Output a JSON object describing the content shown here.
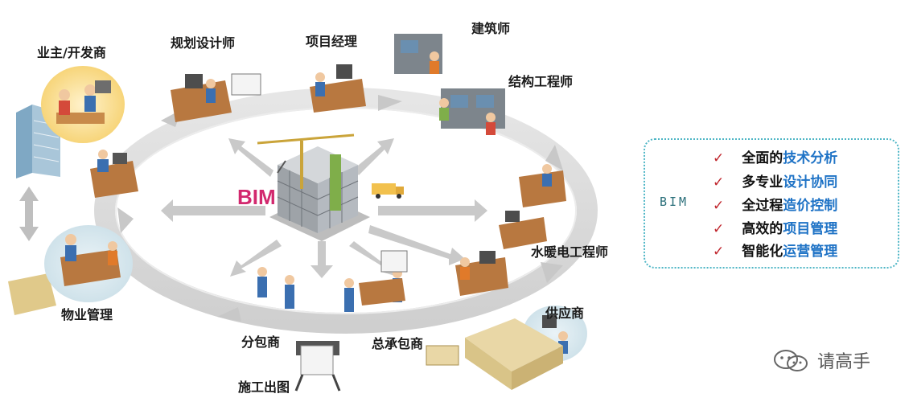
{
  "center_label": "BIM",
  "roles": {
    "owner": "业主/开发商",
    "planner": "规划设计师",
    "project_manager": "项目经理",
    "architect": "建筑师",
    "structural": "结构工程师",
    "mep": "水暖电工程师",
    "supplier": "供应商",
    "general_contractor": "总承包商",
    "subcontractor": "分包商",
    "plotting": "施工出图",
    "property": "物业管理"
  },
  "features": {
    "box_label": "BIM",
    "check_mark": "✓",
    "items": [
      {
        "prefix": "全面的",
        "highlight": "技术分析"
      },
      {
        "prefix": "多专业",
        "highlight": "设计协同"
      },
      {
        "prefix": "全过程",
        "highlight": "造价控制"
      },
      {
        "prefix": "高效的",
        "highlight": "项目管理"
      },
      {
        "prefix": "智能化",
        "highlight": "运营管理"
      }
    ]
  },
  "watermark": {
    "text": "请高手",
    "icon": "wechat-icon"
  },
  "colors": {
    "ring": "#dcdcdc",
    "arrow": "#c9c9c9",
    "accent_pink": "#d2286e",
    "check_red": "#c0262d",
    "highlight_blue": "#1f73c6",
    "box_border": "#4fb6c6"
  }
}
